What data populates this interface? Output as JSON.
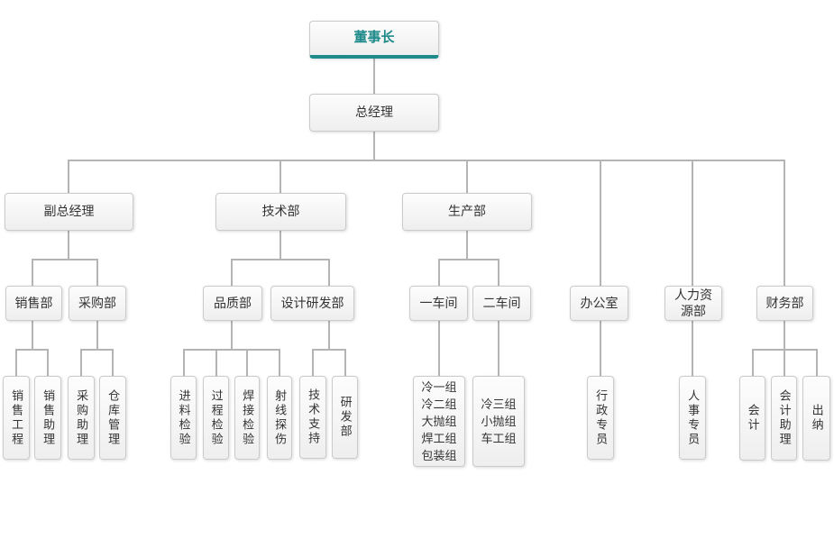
{
  "org_chart": {
    "accent_color": "#1f8a8a",
    "connector_color": "#b4b4b4",
    "nodes": [
      {
        "id": "chairman",
        "label": "董事长",
        "parent": null,
        "style": "accent"
      },
      {
        "id": "general-manager",
        "label": "总经理",
        "parent": "chairman",
        "style": "plain"
      },
      {
        "id": "deputy-general-manager",
        "label": "副总经理",
        "parent": "general-manager",
        "style": "plain"
      },
      {
        "id": "technology-dept",
        "label": "技术部",
        "parent": "general-manager",
        "style": "plain"
      },
      {
        "id": "production-dept",
        "label": "生产部",
        "parent": "general-manager",
        "style": "plain"
      },
      {
        "id": "sales-dept",
        "label": "销售部",
        "parent": "deputy-general-manager",
        "style": "plain"
      },
      {
        "id": "purchasing-dept",
        "label": "采购部",
        "parent": "deputy-general-manager",
        "style": "plain"
      },
      {
        "id": "quality-dept",
        "label": "品质部",
        "parent": "technology-dept",
        "style": "plain"
      },
      {
        "id": "design-rnd-dept",
        "label": "设计研发部",
        "parent": "technology-dept",
        "style": "plain"
      },
      {
        "id": "workshop-1",
        "label": "一车间",
        "parent": "production-dept",
        "style": "plain"
      },
      {
        "id": "workshop-2",
        "label": "二车间",
        "parent": "production-dept",
        "style": "plain"
      },
      {
        "id": "office",
        "label": "办公室",
        "parent": "general-manager",
        "style": "plain"
      },
      {
        "id": "hr-dept",
        "label": "人力资\n源部",
        "parent": "general-manager",
        "style": "plain"
      },
      {
        "id": "finance-dept",
        "label": "财务部",
        "parent": "general-manager",
        "style": "plain"
      },
      {
        "id": "sales-engineering",
        "label": "销售工程",
        "parent": "sales-dept",
        "style": "vertical"
      },
      {
        "id": "sales-assistant",
        "label": "销售助理",
        "parent": "sales-dept",
        "style": "vertical"
      },
      {
        "id": "purchasing-assistant",
        "label": "采购助理",
        "parent": "purchasing-dept",
        "style": "vertical"
      },
      {
        "id": "warehouse-management",
        "label": "仓库管理",
        "parent": "purchasing-dept",
        "style": "vertical"
      },
      {
        "id": "incoming-inspection",
        "label": "进料检验",
        "parent": "quality-dept",
        "style": "vertical"
      },
      {
        "id": "process-inspection",
        "label": "过程检验",
        "parent": "quality-dept",
        "style": "vertical"
      },
      {
        "id": "welding-inspection",
        "label": "焊接检验",
        "parent": "quality-dept",
        "style": "vertical"
      },
      {
        "id": "xray-flaw-detection",
        "label": "射线探伤",
        "parent": "quality-dept",
        "style": "vertical"
      },
      {
        "id": "technical-support",
        "label": "技术支持",
        "parent": "design-rnd-dept",
        "style": "vertical"
      },
      {
        "id": "rnd-dept",
        "label": "研发部",
        "parent": "design-rnd-dept",
        "style": "vertical"
      },
      {
        "id": "workshop-1-groups",
        "label": "冷一组\n冷二组\n大抛组\n焊工组\n包装组",
        "parent": "workshop-1",
        "style": "multiline"
      },
      {
        "id": "workshop-2-groups",
        "label": "冷三组\n小抛组\n车工组",
        "parent": "workshop-2",
        "style": "multiline"
      },
      {
        "id": "admin-specialist",
        "label": "行政专员",
        "parent": "office",
        "style": "vertical"
      },
      {
        "id": "hr-specialist",
        "label": "人事专员",
        "parent": "hr-dept",
        "style": "vertical"
      },
      {
        "id": "accountant",
        "label": "会计",
        "parent": "finance-dept",
        "style": "vertical"
      },
      {
        "id": "accounting-assistant",
        "label": "会计助理",
        "parent": "finance-dept",
        "style": "vertical"
      },
      {
        "id": "cashier",
        "label": "出纳",
        "parent": "finance-dept",
        "style": "vertical"
      }
    ]
  }
}
